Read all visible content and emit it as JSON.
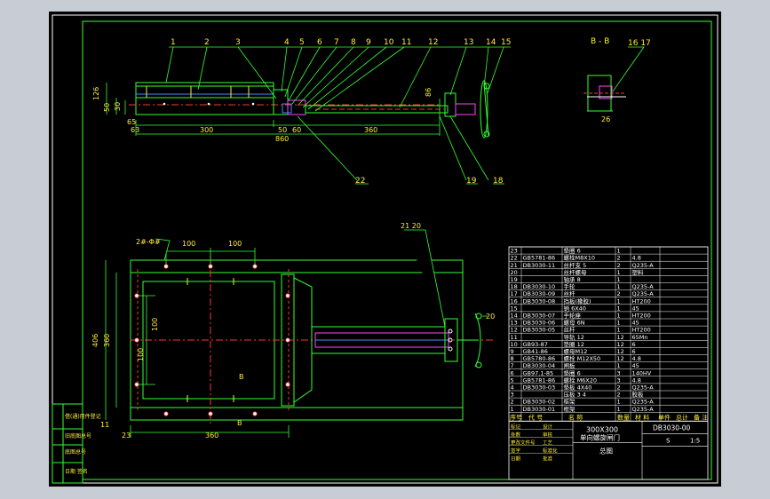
{
  "callouts_top": [
    "1",
    "2",
    "3",
    "4",
    "5",
    "6",
    "7",
    "8",
    "9",
    "10",
    "11",
    "12",
    "13",
    "14",
    "15"
  ],
  "section_label": "B - B",
  "section_callouts": [
    "16",
    "17"
  ],
  "top_dims": {
    "d126": "126",
    "d50": "50",
    "d30": "30",
    "d65": "65",
    "d86": "86",
    "d63": "63",
    "d300": "300",
    "d50b": "50",
    "d60": "60",
    "d360": "360",
    "d860": "860",
    "d26": "26"
  },
  "callouts_bottom_top": [
    "22",
    "19",
    "18"
  ],
  "plan": {
    "label_pitch": "2#-Φ#",
    "d100a": "100",
    "d100b": "100",
    "d406": "406",
    "d360v": "360",
    "d100v": "100",
    "d100v2": "100",
    "d23": "23",
    "d360h": "360",
    "d11": "11",
    "callout_2120": "21 20",
    "callout_20": "20",
    "section_b_top": "B",
    "section_b_bottom": "B"
  },
  "bom": {
    "rows": [
      [
        "23",
        "",
        "垫圈 6",
        "1",
        ""
      ],
      [
        "22",
        "GB5781-86",
        "螺栓M8X10",
        "2",
        "4.8"
      ],
      [
        "21",
        "DB3030-11",
        "丝杆支 5",
        "2",
        "Q235-A"
      ],
      [
        "20",
        "",
        "丝杆螺母",
        "1",
        "塑料"
      ],
      [
        "19",
        "",
        "轴承 8",
        "1",
        ""
      ],
      [
        "18",
        "DB3030-10",
        "手轮",
        "1",
        "Q235-A"
      ],
      [
        "17",
        "DB3030-09",
        "丝杆",
        "2",
        "Q235-A"
      ],
      [
        "16",
        "DB3030-08",
        "挡板(橡胶)",
        "1",
        "HT200"
      ],
      [
        "15",
        "",
        "销 6X40",
        "1",
        "45"
      ],
      [
        "14",
        "DB3030-07",
        "手轮座",
        "1",
        "HT200"
      ],
      [
        "13",
        "DB3030-06",
        "螺母 6N",
        "1",
        "45"
      ],
      [
        "12",
        "DB3030-05",
        "丝杆",
        "1",
        "HT200"
      ],
      [
        "11",
        "",
        "导轨 12",
        "12",
        "65Mn"
      ],
      [
        "10",
        "GB93-87",
        "垫圈 12",
        "12",
        "6"
      ],
      [
        "9",
        "GB41-86",
        "螺母M12",
        "12",
        "6"
      ],
      [
        "8",
        "GB5780-86",
        "螺栓 M12X50",
        "12",
        "4.8"
      ],
      [
        "7",
        "DB3030-04",
        "闸板",
        "1",
        "45"
      ],
      [
        "6",
        "GB97.1-85",
        "垫圈 6",
        "3",
        "140HV"
      ],
      [
        "5",
        "GB5781-86",
        "螺栓 M6X20",
        "3",
        "4.8"
      ],
      [
        "4",
        "DB3030-03",
        "垫板 4X40",
        "2",
        "Q235-A"
      ],
      [
        "3",
        "",
        "压板 3 4",
        "2",
        "胶板"
      ],
      [
        "2",
        "DB3030-02",
        "框架",
        "1",
        "Q235-A"
      ],
      [
        "1",
        "DB3030-01",
        "框架",
        "1",
        "Q235-A"
      ]
    ],
    "header": [
      "序号",
      "代 号",
      "名 称",
      "数量",
      "材 料",
      "单件",
      "总计",
      "备 注"
    ],
    "size": "300X300",
    "name": "单向螺旋闸门",
    "drawing_no": "DB3030-00",
    "sub": "总图",
    "scale": "1:5",
    "sheet": "S"
  },
  "left_stamps": [
    "借(通)用件登记",
    "旧底图总号",
    "底图总号",
    "日期 签名"
  ],
  "title_left_labels": [
    "标记",
    "处数",
    "更改文件号",
    "签字",
    "日期",
    "设计",
    "审核",
    "工艺",
    "标准化",
    "批准"
  ]
}
